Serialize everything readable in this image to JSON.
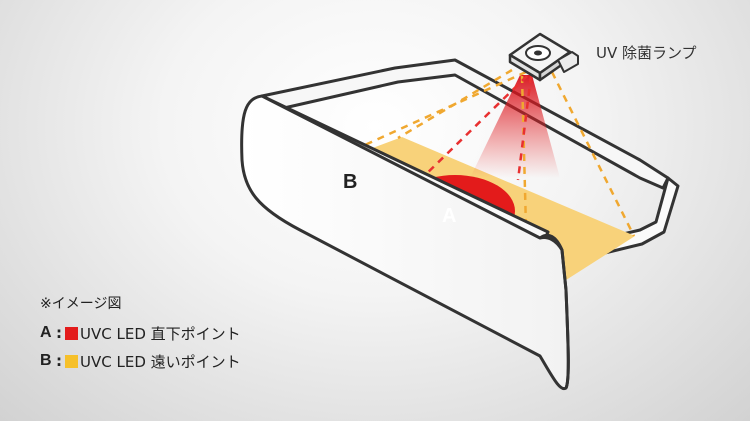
{
  "lamp": {
    "label": "UV 除菌ランプ"
  },
  "zones": {
    "a_letter": "A",
    "b_letter": "B"
  },
  "legend": {
    "note": "※イメージ図",
    "items": [
      {
        "key": "A",
        "colon": ":",
        "color": "#e31b1b",
        "text": "UVC LED 直下ポイント"
      },
      {
        "key": "B",
        "colon": ":",
        "color": "#f6c02a",
        "text": "UVC LED 遠いポイント"
      }
    ]
  },
  "colors": {
    "zone_a": "#e31b1b",
    "zone_b": "#f8d27a",
    "beam_dash": "#f0a830"
  }
}
